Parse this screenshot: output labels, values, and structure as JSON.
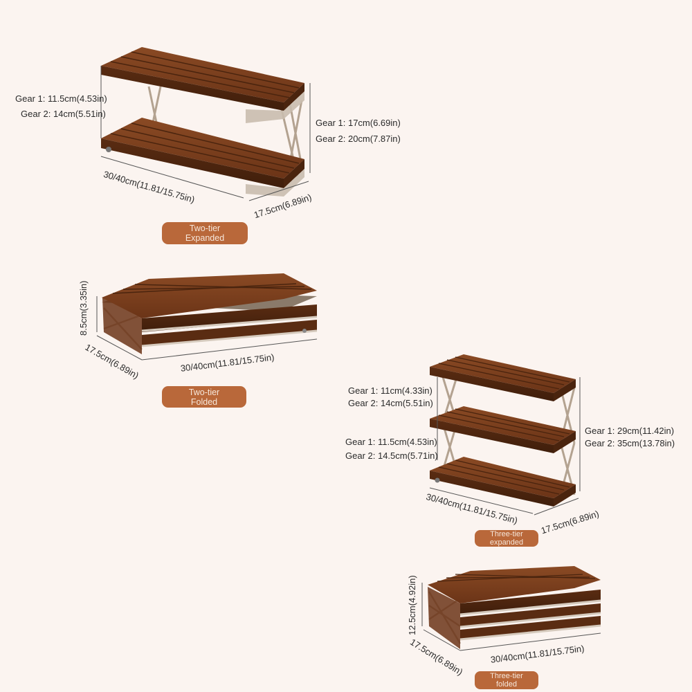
{
  "colors": {
    "background": "#fbf4f0",
    "wood": "#7a3f1e",
    "wood_dark": "#4d250f",
    "metal": "#b9aa98",
    "badge": "#b9683a",
    "badge_text": "#f6e7db",
    "dim_line": "#555555"
  },
  "two_tier_expanded": {
    "gear_left_1": "Gear 1: 11.5cm(4.53in)",
    "gear_left_2": "Gear 2: 14cm(5.51in)",
    "gear_right_1": "Gear 1: 17cm(6.69in)",
    "gear_right_2": "Gear 2: 20cm(7.87in)",
    "length": "30/40cm(11.81/15.75in)",
    "depth": "17.5cm(6.89in)",
    "badge_line1": "Two-tier",
    "badge_line2": "Expanded"
  },
  "two_tier_folded": {
    "height": "8.5cm(3.35in)",
    "depth": "17.5cm(6.89in)",
    "length": "30/40cm(11.81/15.75in)",
    "badge_line1": "Two-tier",
    "badge_line2": "Folded"
  },
  "three_tier_expanded": {
    "gear_top_1": "Gear 1: 11cm(4.33in)",
    "gear_top_2": "Gear 2: 14cm(5.51in)",
    "gear_mid_1": "Gear 1: 11.5cm(4.53in)",
    "gear_mid_2": "Gear 2: 14.5cm(5.71in)",
    "gear_right_1": "Gear 1: 29cm(11.42in)",
    "gear_right_2": "Gear 2: 35cm(13.78in)",
    "length": "30/40cm(11.81/15.75in)",
    "depth": "17.5cm(6.89in)",
    "badge_line1": "Three-tier",
    "badge_line2": "expanded"
  },
  "three_tier_folded": {
    "height": "12.5cm(4.92in)",
    "depth": "17.5cm(6.89in)",
    "length": "30/40cm(11.81/15.75in)",
    "badge_line1": "Three-tier",
    "badge_line2": "folded"
  }
}
